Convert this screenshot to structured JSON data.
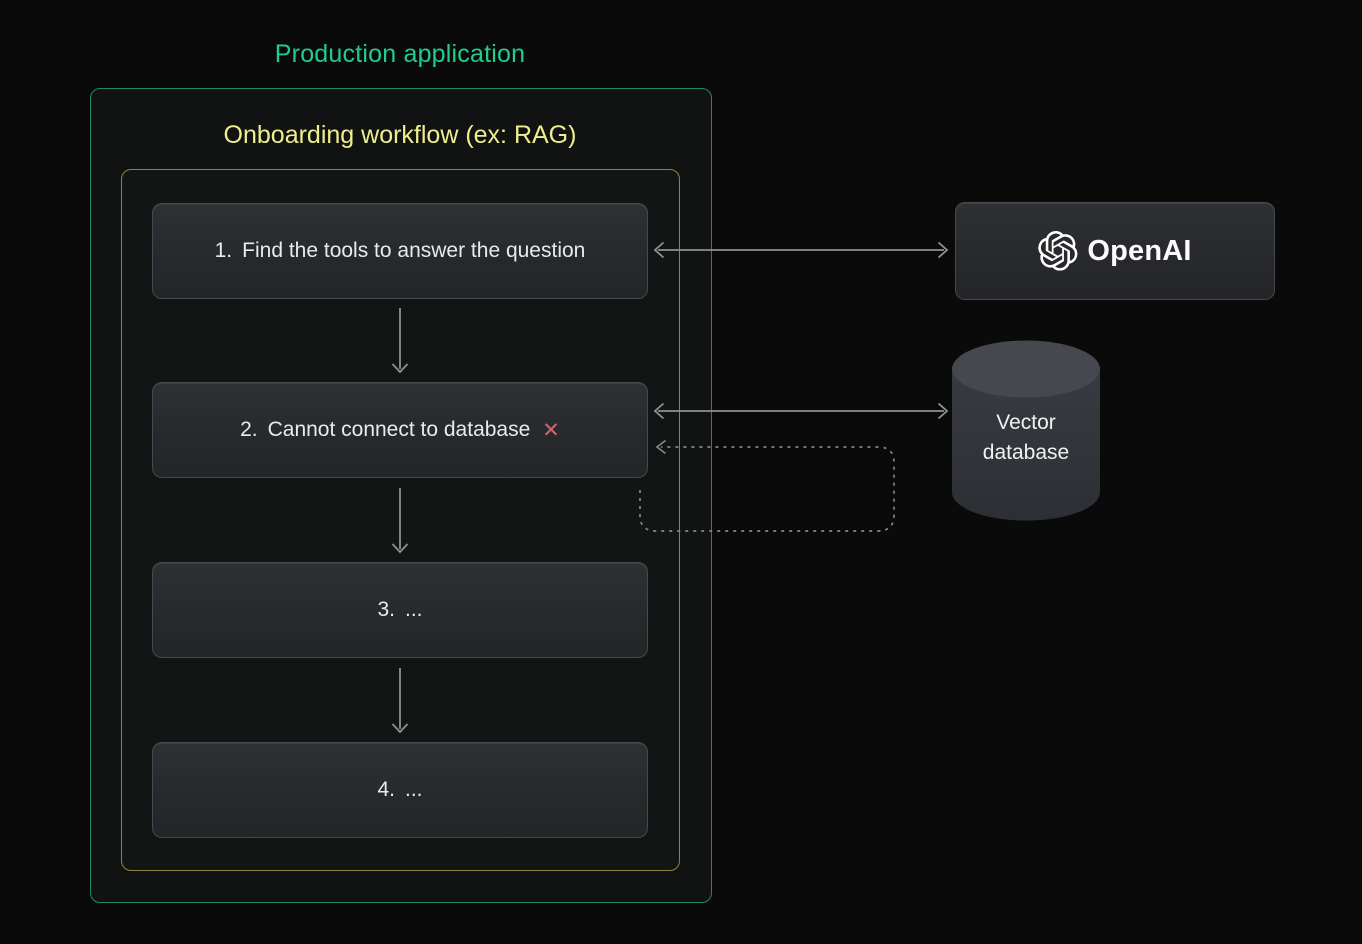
{
  "titles": {
    "production": "Production application",
    "workflow": "Onboarding workflow (ex: RAG)"
  },
  "main": {
    "steps": [
      {
        "num": "1.",
        "text": "Find the tools to answer the question",
        "error": ""
      },
      {
        "num": "2.",
        "text": "Cannot connect to database",
        "error": "✕"
      },
      {
        "num": "3.",
        "text": "...",
        "error": ""
      },
      {
        "num": "4.",
        "text": "...",
        "error": ""
      }
    ]
  },
  "services": {
    "openai": {
      "label": "OpenAI",
      "logo_icon": "openai-logo-icon"
    },
    "vector_db": {
      "label": "Vector database"
    }
  },
  "colors": {
    "accent_green": "#20cd8d",
    "green_border": "#1f8a62",
    "accent_yellow": "#efed90",
    "yellow_border": "#8b8548",
    "error_red": "#cf6570",
    "arrow_gray": "#8f9194",
    "box_border": "#46494d",
    "background": "#0a0a0b"
  }
}
